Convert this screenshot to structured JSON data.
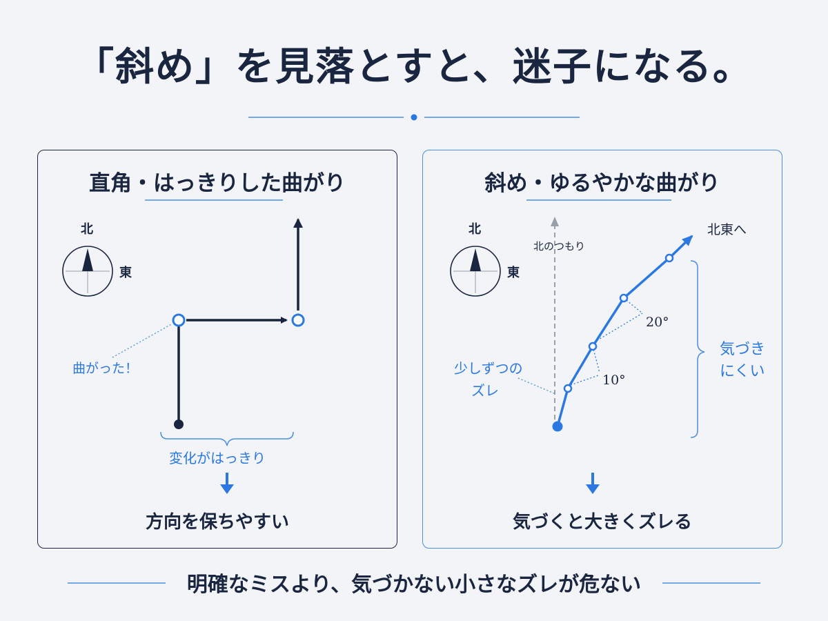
{
  "title": "「斜め」を見落とすと、迷子になる。",
  "left_panel": {
    "heading": "直角・はっきりした曲がり",
    "compass_north": "北",
    "compass_east": "東",
    "turn_label": "曲がった！",
    "brace_label": "変化がはっきり",
    "conclusion": "方向を保ちやすい"
  },
  "right_panel": {
    "heading": "斜め・ゆるやかな曲がり",
    "compass_north": "北",
    "compass_east": "東",
    "intended_label": "北のつもり",
    "destination_label": "北東へ",
    "angle_small": "10°",
    "angle_large": "20°",
    "drift_label_line1": "少しずつの",
    "drift_label_line2": "ズレ",
    "hard_notice_line1": "気づき",
    "hard_notice_line2": "にくい",
    "conclusion": "気づくと大きくズレる"
  },
  "footer": "明確なミスより、気づかない小さなズレが危ない",
  "colors": {
    "navy": "#1a2540",
    "blue": "#2a78e0",
    "gray": "#9aa0aa"
  }
}
